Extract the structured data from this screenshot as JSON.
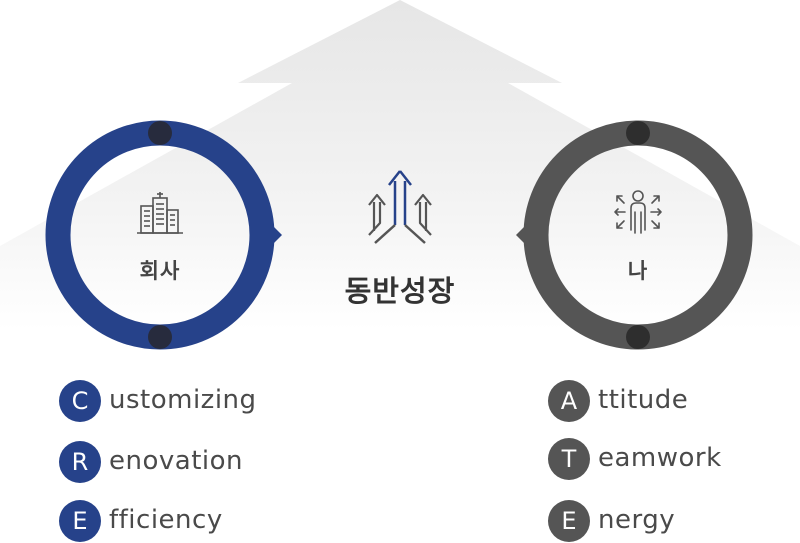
{
  "colors": {
    "company_blue": "#26428a",
    "me_gray": "#555555",
    "knob_dark": "#272b3d",
    "text_dark": "#444444",
    "background_gray": "#eeeeee"
  },
  "center": {
    "icon": "arrows-converging-up-icon",
    "title": "동반성장"
  },
  "company": {
    "icon": "buildings-icon",
    "label": "회사",
    "items": [
      {
        "letter": "C",
        "rest": "ustomizing"
      },
      {
        "letter": "R",
        "rest": "enovation"
      },
      {
        "letter": "E",
        "rest": "fficiency"
      }
    ]
  },
  "me": {
    "icon": "person-arrows-icon",
    "label": "나",
    "items": [
      {
        "letter": "A",
        "rest": "ttitude"
      },
      {
        "letter": "T",
        "rest": "eamwork"
      },
      {
        "letter": "E",
        "rest": "nergy"
      }
    ]
  }
}
